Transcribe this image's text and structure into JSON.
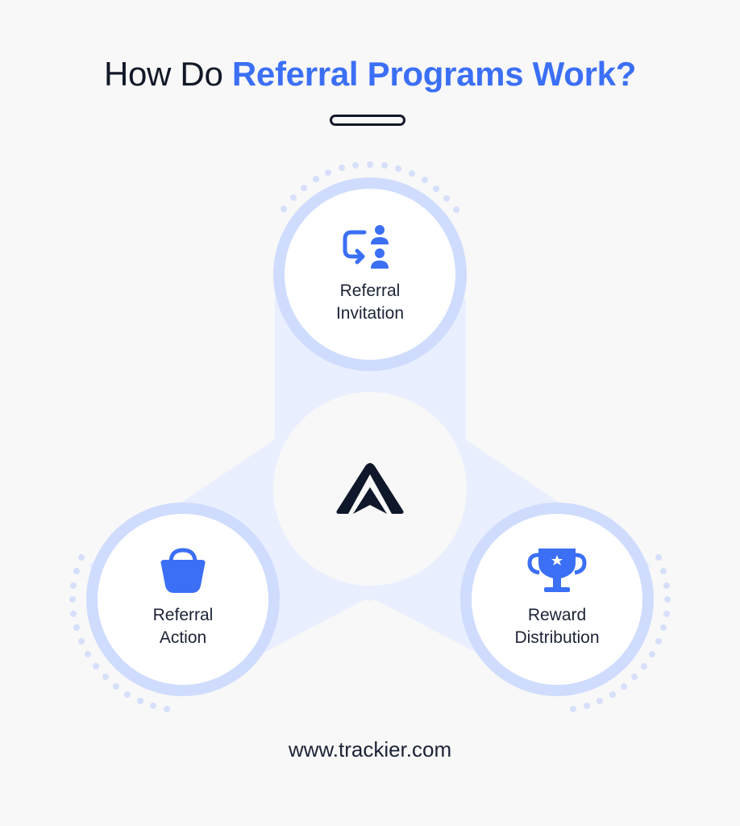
{
  "title": {
    "prefix": "How Do ",
    "highlight": "Referral Programs Work?"
  },
  "colors": {
    "background": "#f8f8f8",
    "accent": "#3b6ff5",
    "text_dark": "#111827",
    "connector_fill": "#e9efff",
    "ring": "#cfdcfd",
    "dots": "#d6e0fb"
  },
  "center": {
    "logo": "trackier-logo-icon"
  },
  "steps": [
    {
      "id": "invitation",
      "line1": "Referral",
      "line2": "Invitation",
      "icon": "referral-users-arrow-icon"
    },
    {
      "id": "action",
      "line1": "Referral",
      "line2": "Action",
      "icon": "shopping-basket-icon"
    },
    {
      "id": "reward",
      "line1": "Reward",
      "line2": "Distribution",
      "icon": "trophy-star-icon"
    }
  ],
  "footer": {
    "url": "www.trackier.com"
  }
}
